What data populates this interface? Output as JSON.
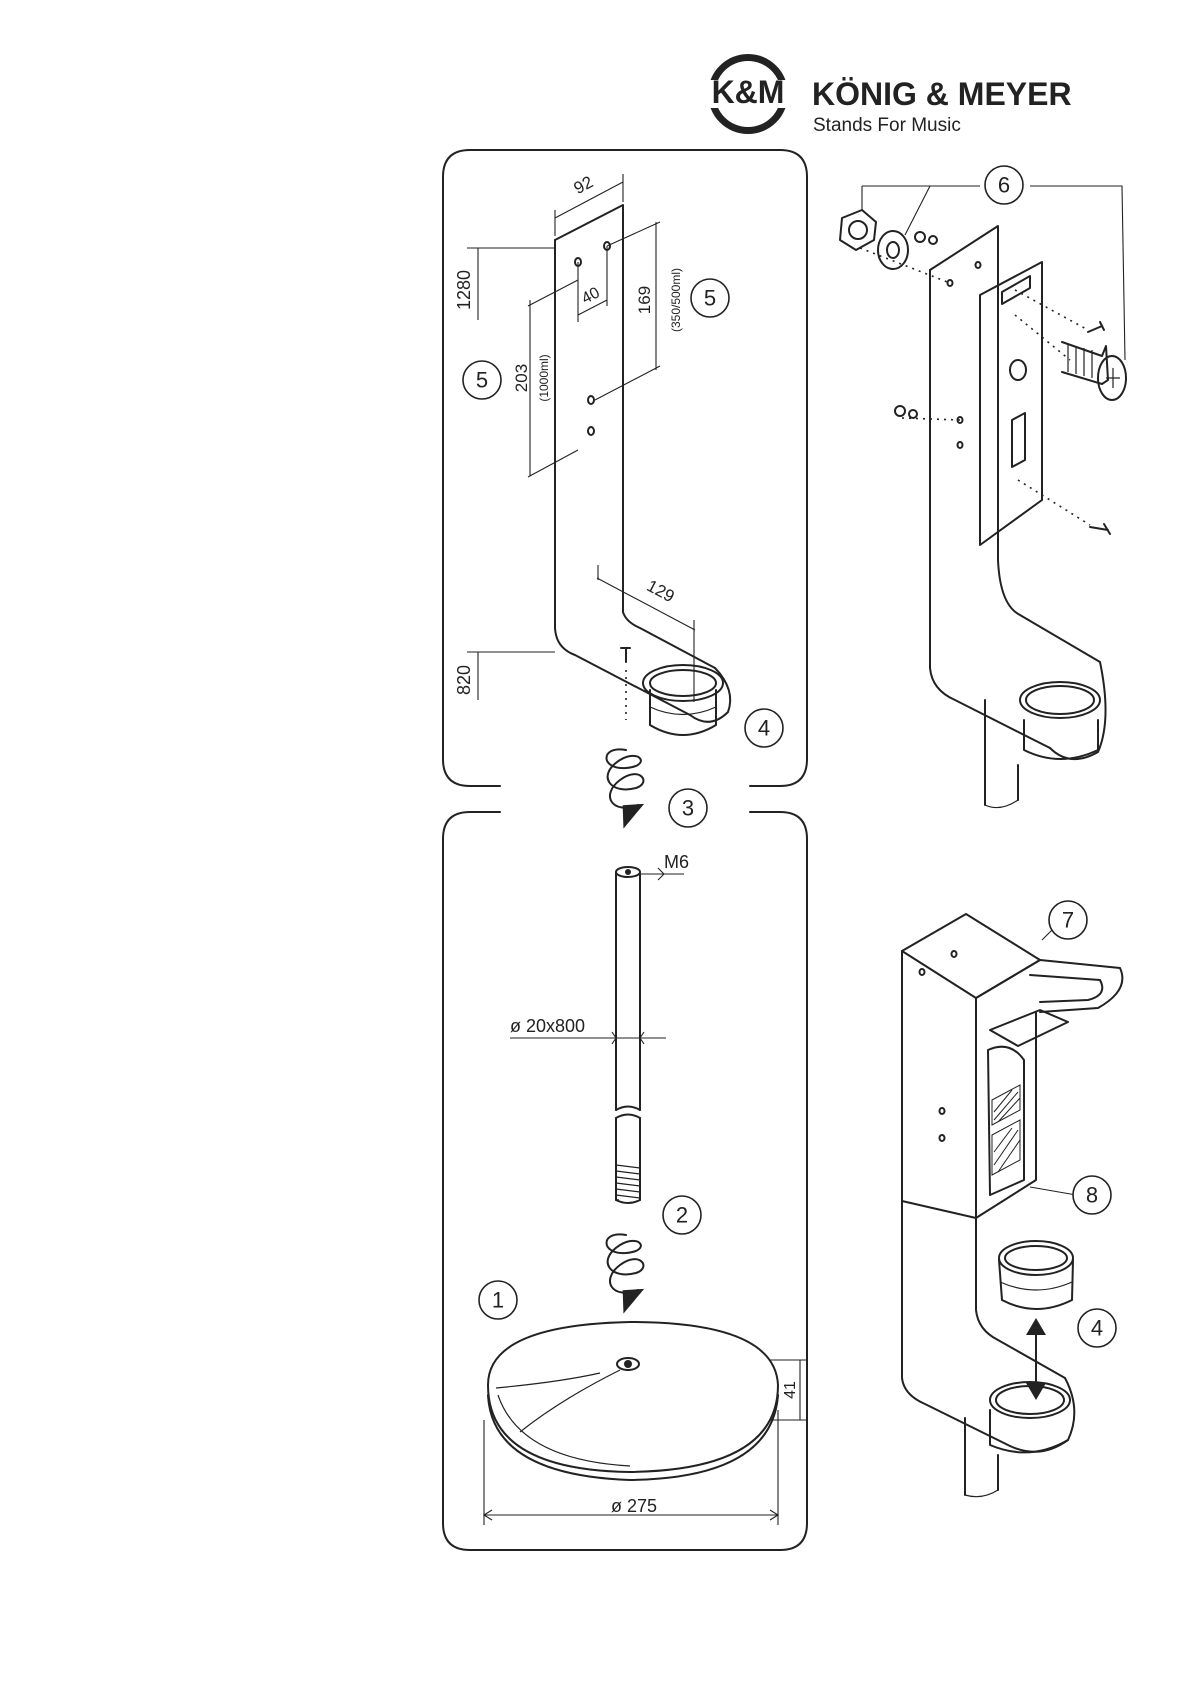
{
  "brand": {
    "logo_text": "K&M",
    "name": "KÖNIG & MEYER",
    "tagline": "Stands For Music"
  },
  "dimensions": {
    "plate_width": "92",
    "hole_spacing": "40",
    "height_top": "1280",
    "height_bottom": "820",
    "spacing_large": "203",
    "spacing_large_note": "(1000ml)",
    "spacing_small": "169",
    "spacing_small_note": "(350/500ml)",
    "arm_length": "129",
    "thread": "M6",
    "tube": "ø 20x800",
    "base_diameter": "ø 275",
    "base_height": "41"
  },
  "callouts": [
    "1",
    "2",
    "3",
    "4",
    "5",
    "6",
    "7",
    "8"
  ]
}
